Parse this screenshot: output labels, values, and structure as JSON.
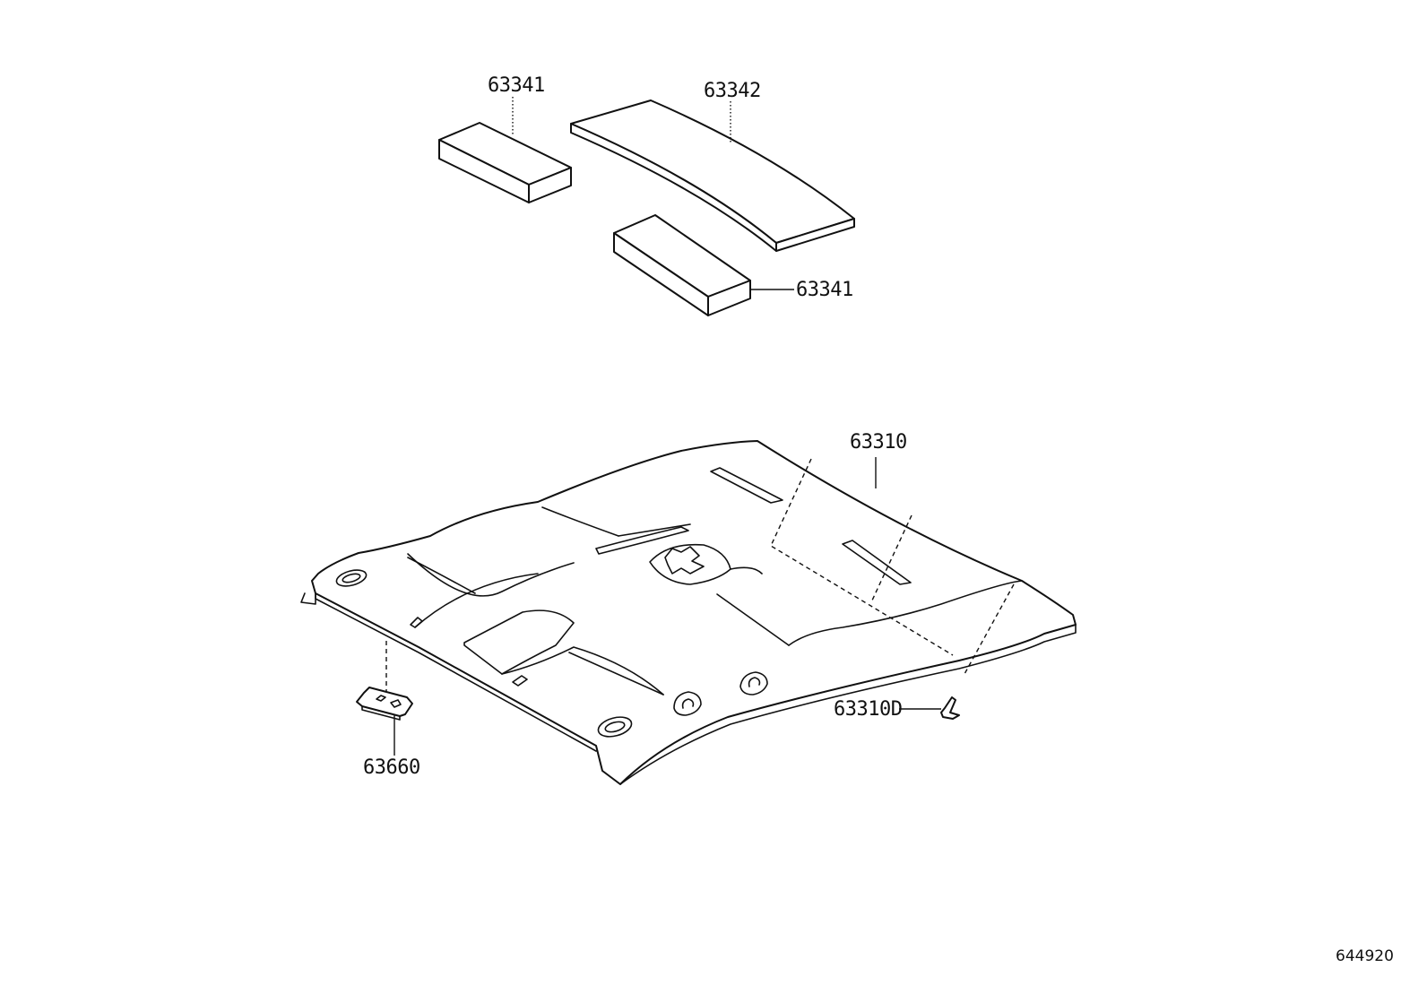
{
  "parts": {
    "pad_front": "63341",
    "pad_long": "63342",
    "pad_rear": "63341",
    "headlining": "63310",
    "clip": "63310D",
    "bracket": "63660"
  },
  "reference_number": "644920"
}
